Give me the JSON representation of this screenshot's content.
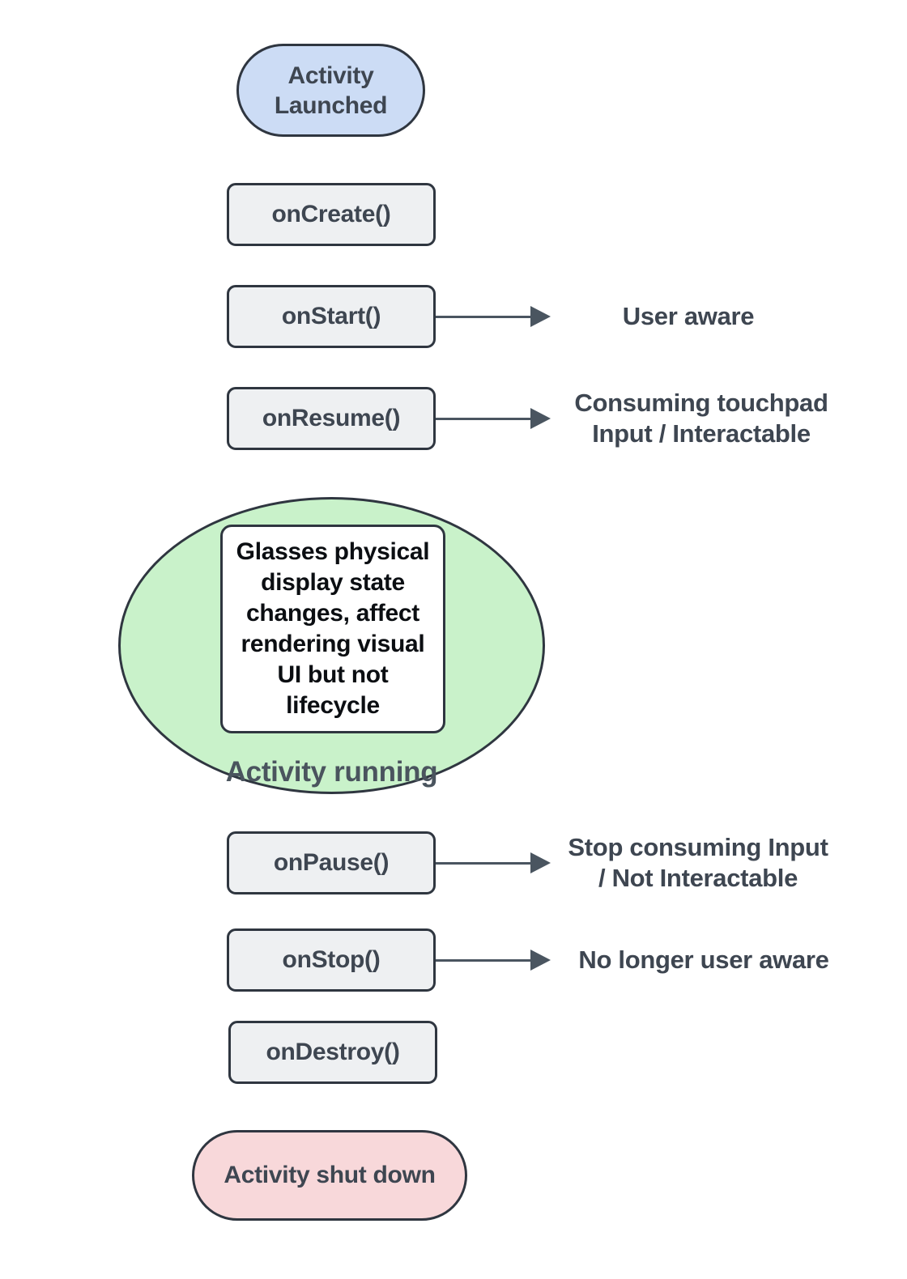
{
  "colors": {
    "fill_blue": "#ccdcf5",
    "fill_gray": "#eef0f2",
    "fill_green": "#c9f2ca",
    "fill_pink": "#f8d8da",
    "fill_white": "#ffffff",
    "stroke": "#2f3640",
    "text_dark": "#3e4651",
    "text_black": "#0b0e12",
    "text_green_label": "#4a545e",
    "arrow": "#4a5560"
  },
  "icons": {
    "arrow_right": "▶"
  },
  "nodes": {
    "activity_launched": {
      "label": "Activity\nLaunched"
    },
    "on_create": {
      "label": "onCreate()"
    },
    "on_start": {
      "label": "onStart()",
      "annotation": "User aware"
    },
    "on_resume": {
      "label": "onResume()",
      "annotation": "Consuming touchpad\nInput / Interactable"
    },
    "activity_running": {
      "label": "Activity running",
      "note": "Glasses physical\ndisplay state\nchanges, affect\nrendering visual\nUI but not\nlifecycle"
    },
    "on_pause": {
      "label": "onPause()",
      "annotation": "Stop consuming Input\n/ Not Interactable"
    },
    "on_stop": {
      "label": "onStop()",
      "annotation": "No longer user aware"
    },
    "on_destroy": {
      "label": "onDestroy()"
    },
    "activity_shut_down": {
      "label": "Activity shut down"
    }
  }
}
